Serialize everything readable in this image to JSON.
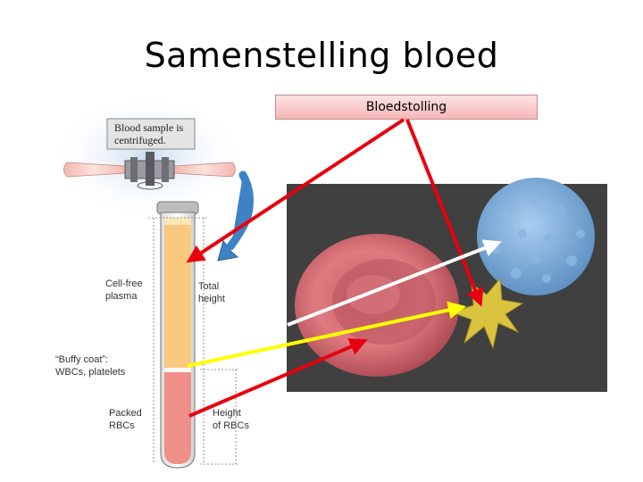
{
  "slide": {
    "title": "Samenstelling bloed",
    "label": "Bloedstolling"
  },
  "figure": {
    "caption_line1": "Blood sample is",
    "caption_line2": "centrifuged.",
    "cell_free_1": "Cell-free",
    "cell_free_2": "plasma",
    "total_1": "Total",
    "total_2": "height",
    "buffy_1": "“Buffy coat”:",
    "buffy_2": "WBCs, platelets",
    "packed_1": "Packed",
    "packed_2": "RBCs",
    "height_1": "Height",
    "height_2": "of RBCs"
  },
  "colors": {
    "plasma": "#f8c97e",
    "rbc_layer": "#ef8f88",
    "red_arrow": "#e8000f",
    "yellow_arrow": "#ffff00",
    "white_arrow": "#ffffff"
  }
}
